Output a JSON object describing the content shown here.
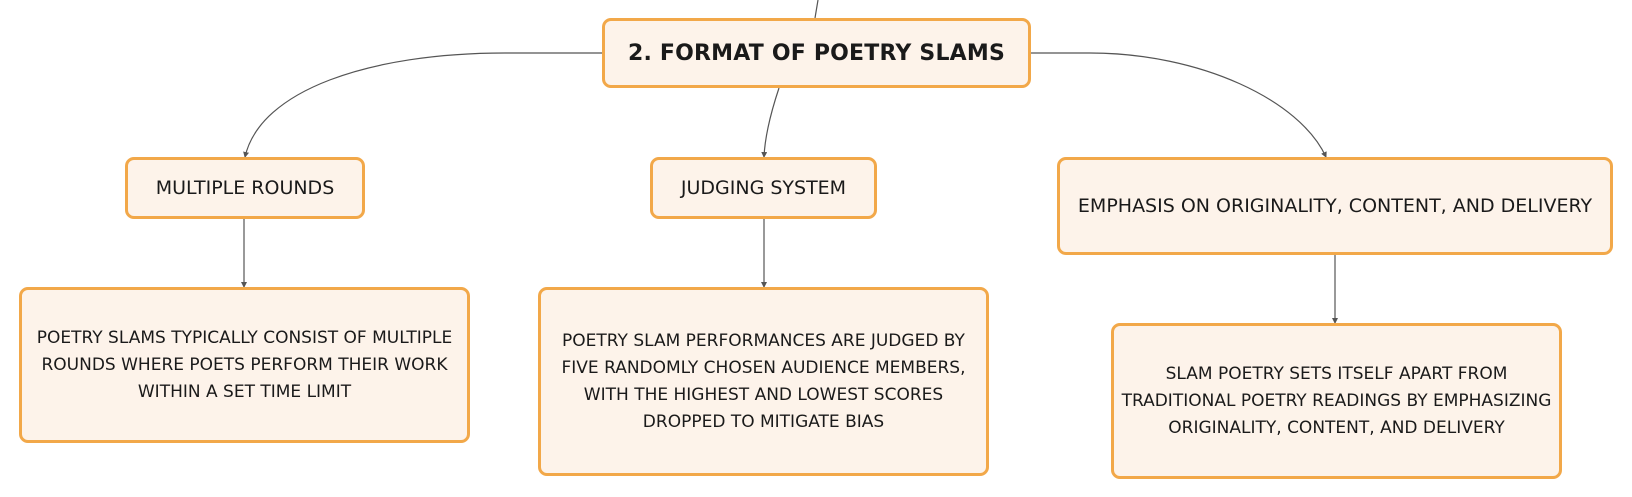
{
  "diagram": {
    "root": {
      "label": "2. FORMAT OF POETRY SLAMS"
    },
    "topics": [
      {
        "label": "MULTIPLE ROUNDS",
        "detail": "POETRY SLAMS TYPICALLY CONSIST OF MULTIPLE ROUNDS WHERE POETS PERFORM THEIR WORK WITHIN A SET TIME LIMIT"
      },
      {
        "label": "JUDGING SYSTEM",
        "detail": "POETRY SLAM PERFORMANCES ARE JUDGED BY FIVE RANDOMLY CHOSEN AUDIENCE MEMBERS, WITH THE HIGHEST AND LOWEST SCORES DROPPED TO MITIGATE BIAS"
      },
      {
        "label": "EMPHASIS ON ORIGINALITY, CONTENT, AND DELIVERY",
        "detail": "SLAM POETRY SETS ITSELF APART FROM TRADITIONAL POETRY READINGS BY EMPHASIZING ORIGINALITY, CONTENT, AND DELIVERY"
      }
    ]
  },
  "colors": {
    "node_fill": "#fdf3ea",
    "node_border": "#f2a849",
    "connector": "#555555",
    "text": "#1a1a1a"
  }
}
